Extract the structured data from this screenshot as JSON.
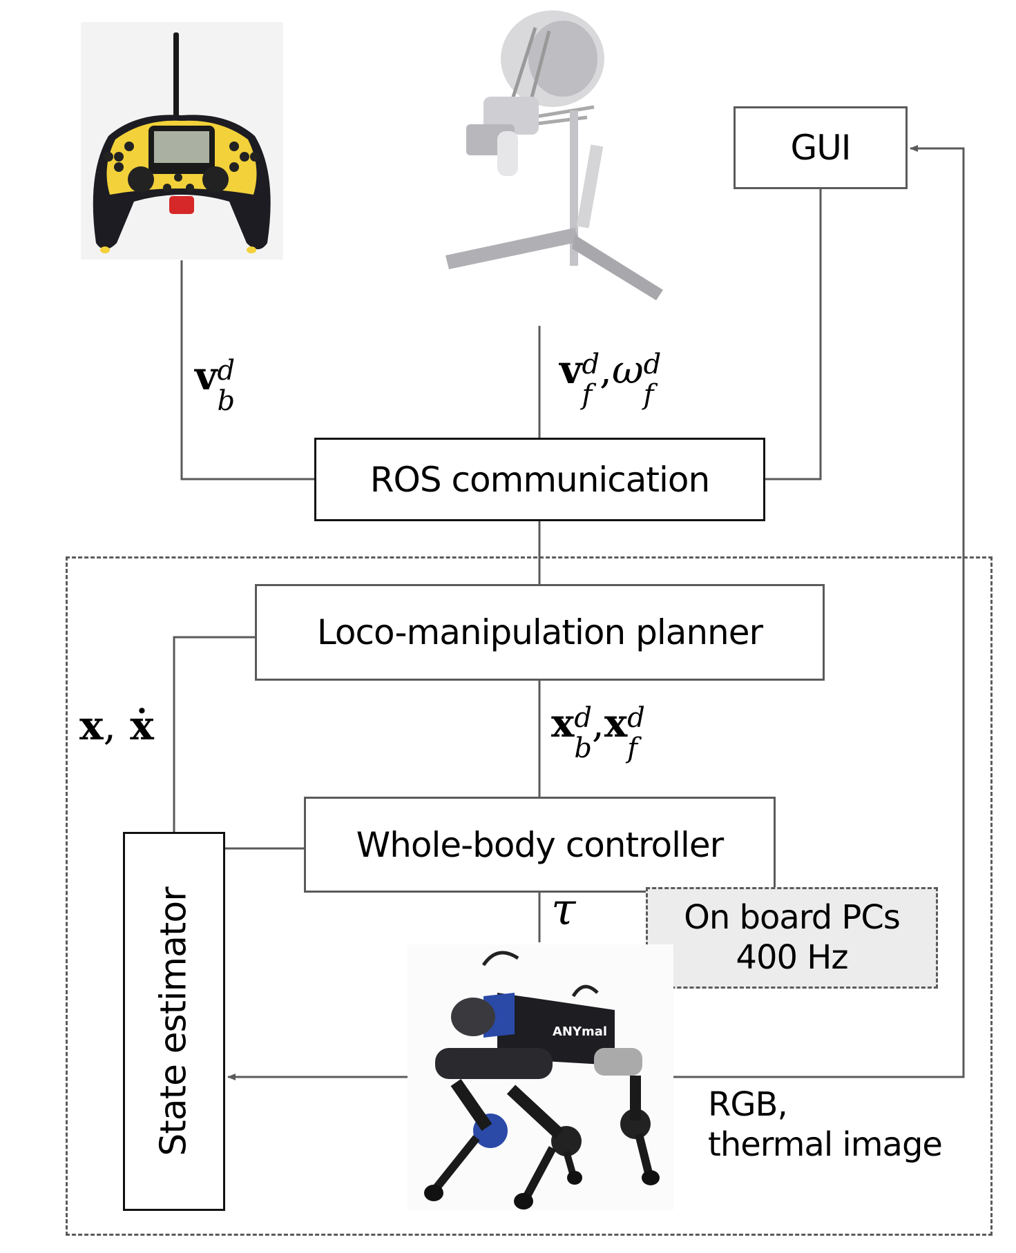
{
  "diagram": {
    "devices": {
      "joypad": {
        "name": "joypad-controller",
        "alt": "Handheld joypad controller"
      },
      "haptic": {
        "name": "haptic-device",
        "alt": "Haptic input device on tripod stand"
      },
      "robot": {
        "name": "anymal-robot",
        "alt": "ANYmal quadruped robot",
        "brand_text": "ANYmal"
      }
    },
    "blocks": {
      "gui": "GUI",
      "ros": "ROS communication",
      "planner": "Loco-manipulation planner",
      "wbc": "Whole-body controller",
      "state_estimator": "State estimator"
    },
    "signals": {
      "base_velocity": {
        "base": "v",
        "sup": "d",
        "sub": "b"
      },
      "foot_velocity": {
        "base1": "v",
        "sup1": "d",
        "sub1": "f",
        "sep": ",",
        "base2": "ω",
        "sup2": "d",
        "sub2": "f"
      },
      "state": {
        "text1": "x",
        "sep": ",",
        "text2": "ẋ"
      },
      "desired_poses": {
        "base1": "x",
        "sup1": "d",
        "sub1": "b",
        "sep": ",",
        "base2": "x",
        "sup2": "d",
        "sub2": "f"
      },
      "torque": "τ"
    },
    "onboard": {
      "line1": "On board PCs",
      "line2": "400 Hz"
    },
    "sensor_output": {
      "line1": "RGB,",
      "line2": "thermal image"
    },
    "colors": {
      "wire": "#5a5a5a",
      "box_border": "#111111",
      "onboard_fill": "#ececec",
      "joypad_yellow": "#f2d13a",
      "e_stop_red": "#d62828"
    }
  }
}
